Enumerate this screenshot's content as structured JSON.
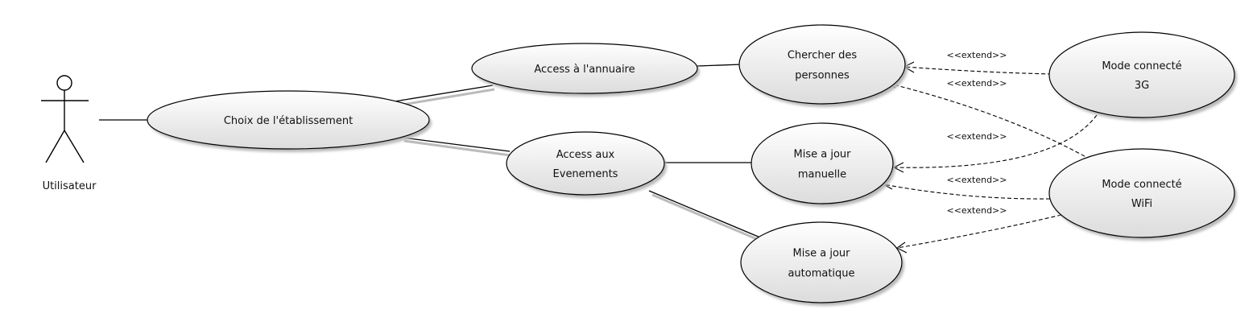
{
  "colors": {
    "background": "#ffffff",
    "stroke": "#000000",
    "ellipse_fill_top": "#ffffff",
    "ellipse_fill_bottom": "#dcdcdc",
    "shadow": "#b8b8b8"
  },
  "actor": {
    "label": "Utilisateur"
  },
  "use_cases": {
    "choix": {
      "lines": [
        "Choix de l'établissement"
      ]
    },
    "annuaire": {
      "lines": [
        "Access à l'annuaire"
      ]
    },
    "evenements": {
      "lines": [
        "Access aux",
        "Evenements"
      ]
    },
    "chercher": {
      "lines": [
        "Chercher des",
        "personnes"
      ]
    },
    "manuelle": {
      "lines": [
        "Mise a jour",
        "manuelle"
      ]
    },
    "automatique": {
      "lines": [
        "Mise a jour",
        "automatique"
      ]
    },
    "mode3g": {
      "lines": [
        "Mode connecté",
        "3G"
      ]
    },
    "wifi": {
      "lines": [
        "Mode connecté",
        "WiFi"
      ]
    }
  },
  "extend_labels": {
    "l1": "<<extend>>",
    "l2": "<<extend>>",
    "l3": "<<extend>>",
    "l4": "<<extend>>",
    "l5": "<<extend>>"
  }
}
